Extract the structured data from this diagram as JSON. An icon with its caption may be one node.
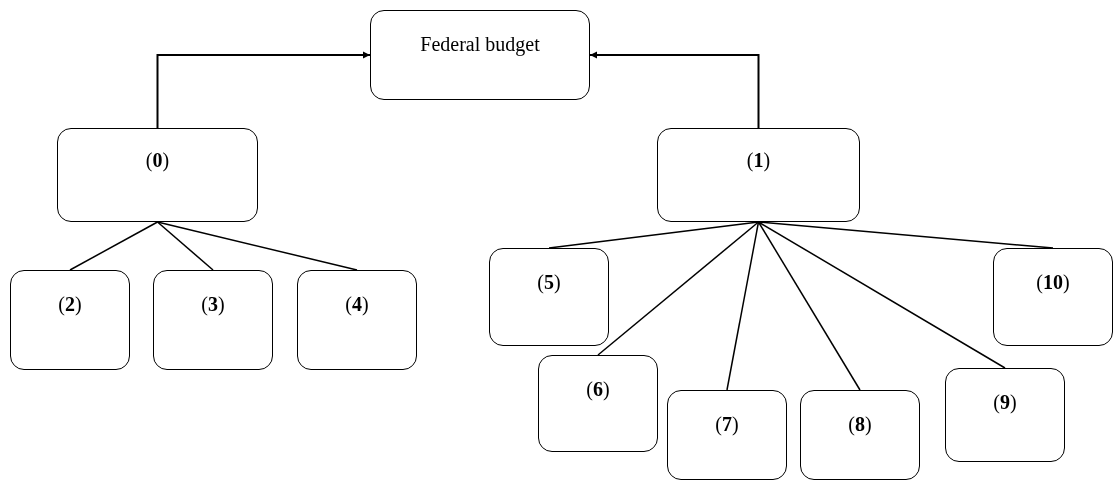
{
  "diagram": {
    "nodes": [
      {
        "text": [
          "Federal budget"
        ]
      },
      {
        "text": [
          "(**0**)"
        ]
      },
      {
        "text": [
          "(**1**)"
        ]
      },
      {
        "text": [
          "(**2**)"
        ]
      },
      {
        "text": [
          "(**3**)"
        ]
      },
      {
        "text": [
          "(**4**)"
        ]
      },
      {
        "text": [
          "(**5**)"
        ]
      },
      {
        "text": [
          "(**6**)"
        ]
      },
      {
        "text": [
          "(**7**)"
        ]
      },
      {
        "text": [
          "(**8**)"
        ]
      },
      {
        "text": [
          "(**9**)"
        ]
      },
      {
        "text": [
          "(**10**)"
        ]
      }
    ],
    "edges": [
      {
        "from": 1,
        "to": 0,
        "arrow": "to"
      },
      {
        "from": 2,
        "to": 0,
        "arrow": "to"
      },
      {
        "from": 1,
        "to": 3,
        "arrow": "none"
      },
      {
        "from": 1,
        "to": 4,
        "arrow": "none"
      },
      {
        "from": 1,
        "to": 5,
        "arrow": "none"
      },
      {
        "from": 2,
        "to": 6,
        "arrow": "none"
      },
      {
        "from": 2,
        "to": 7,
        "arrow": "none"
      },
      {
        "from": 2,
        "to": 8,
        "arrow": "none"
      },
      {
        "from": 2,
        "to": 9,
        "arrow": "none"
      },
      {
        "from": 2,
        "to": 10,
        "arrow": "none"
      },
      {
        "from": 2,
        "to": 11,
        "arrow": "none"
      }
    ]
  }
}
